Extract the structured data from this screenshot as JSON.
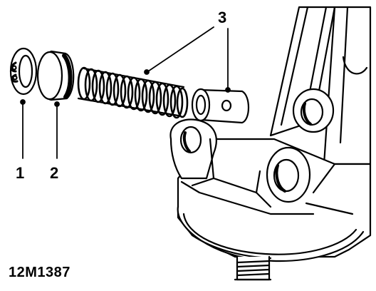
{
  "callouts": {
    "one": "1",
    "two": "2",
    "three": "3"
  },
  "figure_code": "12M1387",
  "colors": {
    "ink": "#000000",
    "paper": "#ffffff",
    "shade": "#d9d9d9"
  }
}
